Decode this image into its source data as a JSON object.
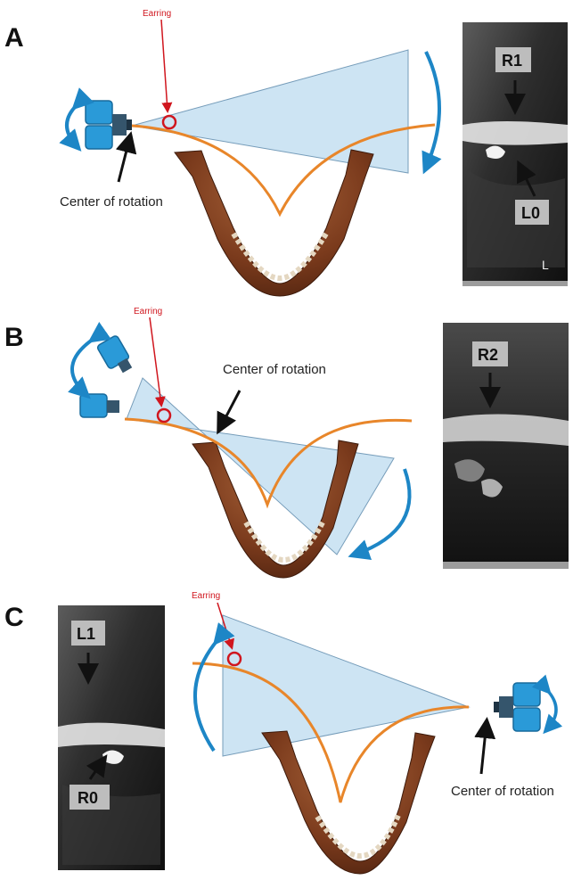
{
  "figure": {
    "panels": [
      {
        "letter": "A",
        "earring_label": "Earring",
        "center_label": "Center of rotation",
        "xray_labels": [
          "R1",
          "L0"
        ],
        "xray_corner_letter": "L"
      },
      {
        "letter": "B",
        "earring_label": "Earring",
        "center_label": "Center of rotation",
        "xray_labels": [
          "R2"
        ]
      },
      {
        "letter": "C",
        "earring_label": "Earring",
        "center_label": "Center of rotation",
        "xray_labels": [
          "L1",
          "R0"
        ]
      }
    ],
    "colors": {
      "beam": "#c9e2f3",
      "beam_edge": "#6a94b4",
      "curve": "#e8862a",
      "earring": "#d0161e",
      "rotation_arrow": "#1d86c6",
      "tube": "#2a9ad8",
      "mandible": "#7a3a1c",
      "xray_dark": "#1a1a1a",
      "xray_bright": "#e6e6e6",
      "label_box": "#bdbdbd"
    }
  }
}
